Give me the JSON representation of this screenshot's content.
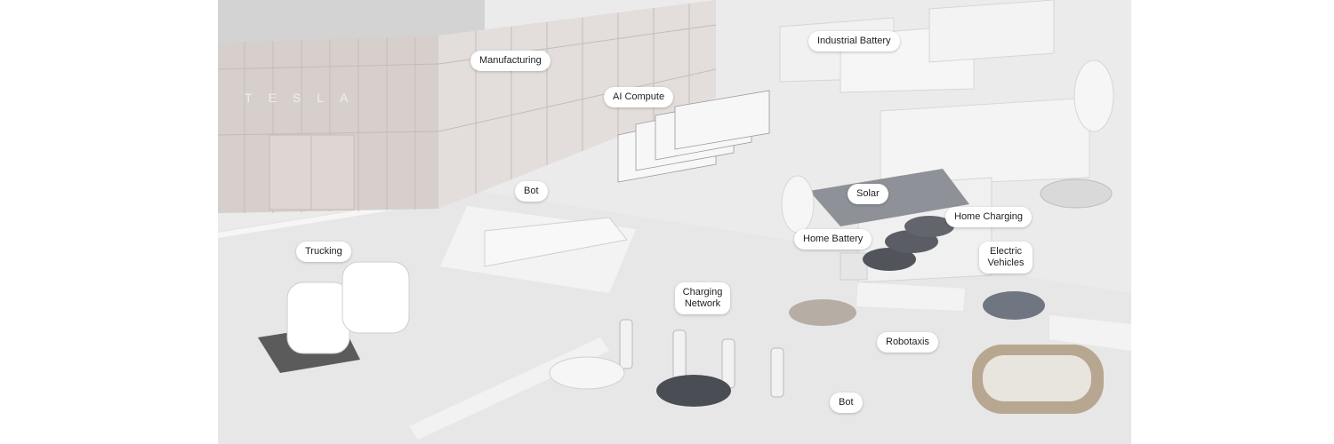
{
  "building_logo": "TESLA",
  "labels": {
    "manufacturing": "Manufacturing",
    "industrial_battery": "Industrial Battery",
    "ai_compute": "AI Compute",
    "bot_factory": "Bot",
    "solar": "Solar",
    "home_charging": "Home Charging",
    "home_battery": "Home Battery",
    "trucking": "Trucking",
    "electric_vehicles": "Electric Vehicles",
    "charging_network": "Charging Network",
    "robotaxis": "Robotaxis",
    "bot_street": "Bot"
  },
  "colors": {
    "ground": "#ecebeb",
    "factory_wall": "#d6cfcb",
    "factory_side": "#e3dedb",
    "label_bg": "#ffffff",
    "label_text": "#1f1f1f"
  }
}
